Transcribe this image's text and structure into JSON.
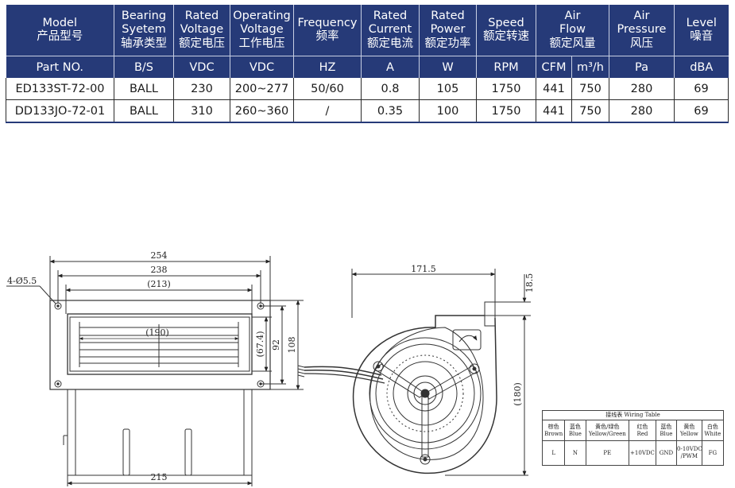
{
  "spec_table": {
    "headers": [
      {
        "en": [
          "Model"
        ],
        "cn": "产品型号"
      },
      {
        "en": [
          "Bearing",
          "Syetem"
        ],
        "cn": "轴承类型"
      },
      {
        "en": [
          "Rated",
          "Voltage"
        ],
        "cn": "额定电压"
      },
      {
        "en": [
          "Operating",
          "Voltage"
        ],
        "cn": "工作电压"
      },
      {
        "en": [
          "Frequency"
        ],
        "cn": "频率"
      },
      {
        "en": [
          "Rated",
          "Current"
        ],
        "cn": "额定电流"
      },
      {
        "en": [
          "Rated",
          "Power"
        ],
        "cn": "额定功率"
      },
      {
        "en": [
          "Speed"
        ],
        "cn": "额定转速"
      },
      {
        "en": [
          "Air",
          "Flow"
        ],
        "cn": "额定风量"
      },
      {
        "en": [
          "Air",
          "Pressure"
        ],
        "cn": "风压"
      },
      {
        "en": [
          "Level"
        ],
        "cn": "噪音"
      }
    ],
    "units": [
      "Part NO.",
      "B/S",
      "VDC",
      "VDC",
      "HZ",
      "A",
      "W",
      "RPM",
      "CFM",
      "m³/h",
      "Pa",
      "dBA"
    ],
    "rows": [
      [
        "ED133ST-72-00",
        "BALL",
        "230",
        "200~277",
        "50/60",
        "0.8",
        "105",
        "1750",
        "441",
        "750",
        "280",
        "69"
      ],
      [
        "DD133JO-72-01",
        "BALL",
        "310",
        "260~360",
        "/",
        "0.35",
        "100",
        "1750",
        "441",
        "750",
        "280",
        "69"
      ]
    ]
  },
  "front_view": {
    "dim_overall_width": "254",
    "dim_hole_spacing": "238",
    "dim_opening": "(213)",
    "dim_housing_width": "(190)",
    "dim_inner_height": "(67.4)",
    "dim_hole_height": "92",
    "dim_flange_height": "108",
    "dim_bottom_width": "215",
    "hole_callout": "4-Ø5.5"
  },
  "side_view": {
    "dim_depth": "171.5",
    "dim_flange_thickness": "18.5",
    "dim_height": "(180)"
  },
  "wiring_table": {
    "title": "接线表 Wiring Table",
    "columns": [
      {
        "cn": "棕色",
        "en": "Brown",
        "value": "L"
      },
      {
        "cn": "蓝色",
        "en": "Blue",
        "value": "N"
      },
      {
        "cn": "黄色/绿色",
        "en": "Yellow/Green",
        "value": "PE"
      },
      {
        "cn": "红色",
        "en": "Red",
        "value": "+10VDC"
      },
      {
        "cn": "蓝色",
        "en": "Blue",
        "value": "GND"
      },
      {
        "cn": "黄色",
        "en": "Yellow",
        "value": "0-10VDC",
        "value2": "/PWM"
      },
      {
        "cn": "白色",
        "en": "White",
        "value": "FG"
      }
    ]
  },
  "colors": {
    "header_bg": "#263a78",
    "header_text": "#ffffff",
    "line": "#333333"
  }
}
